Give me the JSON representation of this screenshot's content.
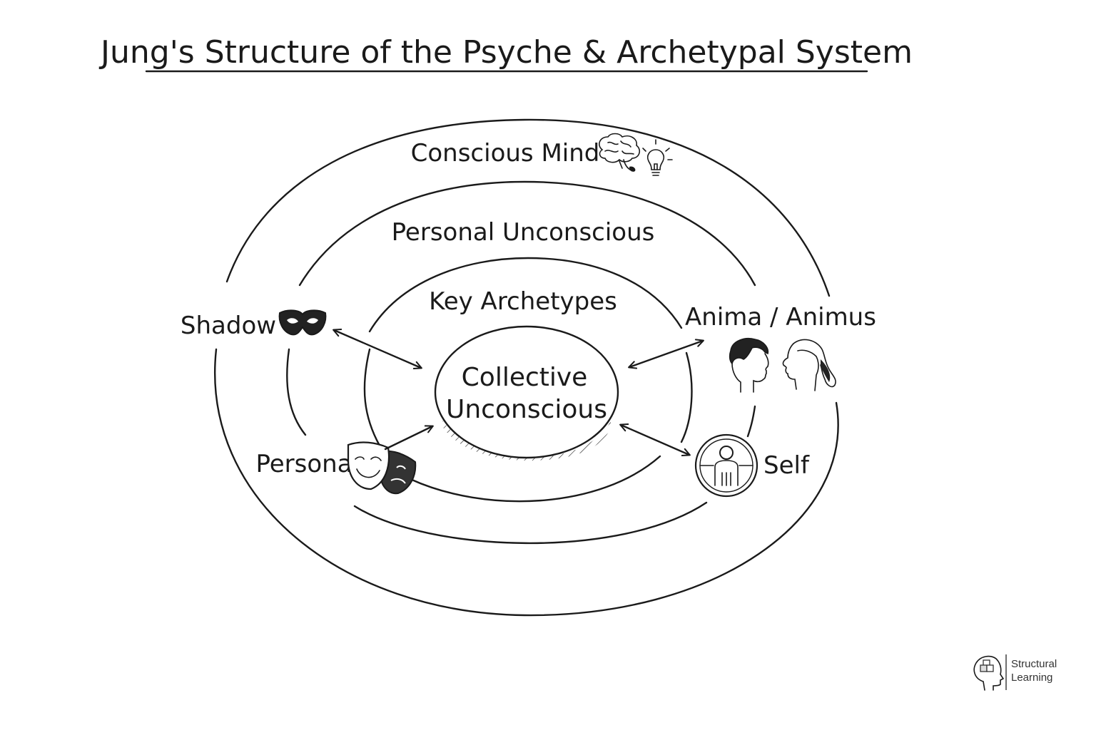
{
  "title": "Jung's Structure of the Psyche & Archetypal System",
  "rings": {
    "conscious": "Conscious Mind",
    "personal": "Personal Unconscious",
    "archetypes": "Key Archetypes"
  },
  "core": {
    "line1": "Collective",
    "line2": "Unconscious"
  },
  "archetypes": {
    "shadow": "Shadow",
    "persona": "Persona",
    "anima": "Anima / Animus",
    "self": "Self"
  },
  "brand": {
    "line1": "Structural",
    "line2": "Learning"
  }
}
